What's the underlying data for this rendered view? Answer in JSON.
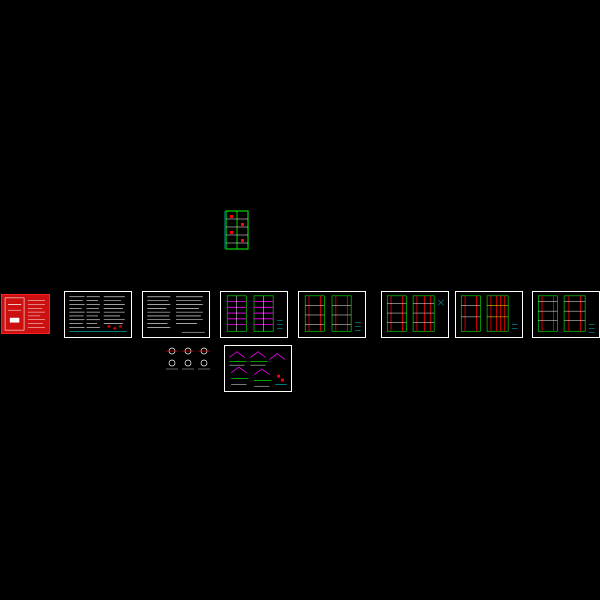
{
  "viewer": {
    "background": "#000000",
    "sheet_border_color": "#ffffff"
  },
  "palette": {
    "grid_axis": "#00ff00",
    "wall_lines": "#ffffff",
    "column_marks": "#ff0000",
    "dimensions": "#00ffff",
    "rebar": "#ff00ff",
    "text_lines": "#ffffff",
    "cover_fill": "#cc1010",
    "highlight": "#ffff00"
  },
  "drawing_sheets": [
    {
      "kind": "cover",
      "icon": "cover-sheet-icon"
    },
    {
      "kind": "notes",
      "icon": "general-notes-sheet-icon"
    },
    {
      "kind": "notes",
      "icon": "notes-sheet-icon"
    },
    {
      "kind": "plan",
      "icon": "floor-plan-sheet-icon"
    },
    {
      "kind": "plan",
      "icon": "floor-plan-sheet-icon"
    },
    {
      "kind": "plan",
      "icon": "floor-plan-sheet-icon"
    },
    {
      "kind": "plan",
      "icon": "floor-plan-sheet-icon"
    },
    {
      "kind": "plan",
      "icon": "floor-plan-sheet-icon"
    },
    {
      "kind": "details",
      "icon": "details-sheet-icon"
    }
  ],
  "floating_items": [
    {
      "kind": "vertical-plan",
      "icon": "vertical-plan-icon"
    },
    {
      "kind": "detail-symbols",
      "icon": "detail-symbols-icon"
    }
  ]
}
